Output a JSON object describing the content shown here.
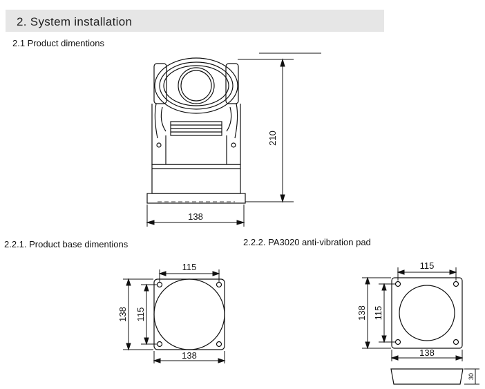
{
  "section": {
    "title": "2. System installation"
  },
  "product_dimensions": {
    "heading": "2.1 Product dimentions",
    "height_label": "210",
    "width_label": "138"
  },
  "base_dimensions": {
    "heading": "2.2.1. Product base dimentions",
    "top_label": "115",
    "left_outer_label": "138",
    "left_inner_label": "115",
    "bottom_label": "138"
  },
  "pad": {
    "heading": "2.2.2.  PA3020 anti-vibration pad",
    "top_label": "115",
    "left_outer_label": "138",
    "left_inner_label": "115",
    "bottom_label": "138",
    "thickness_label": "30"
  }
}
